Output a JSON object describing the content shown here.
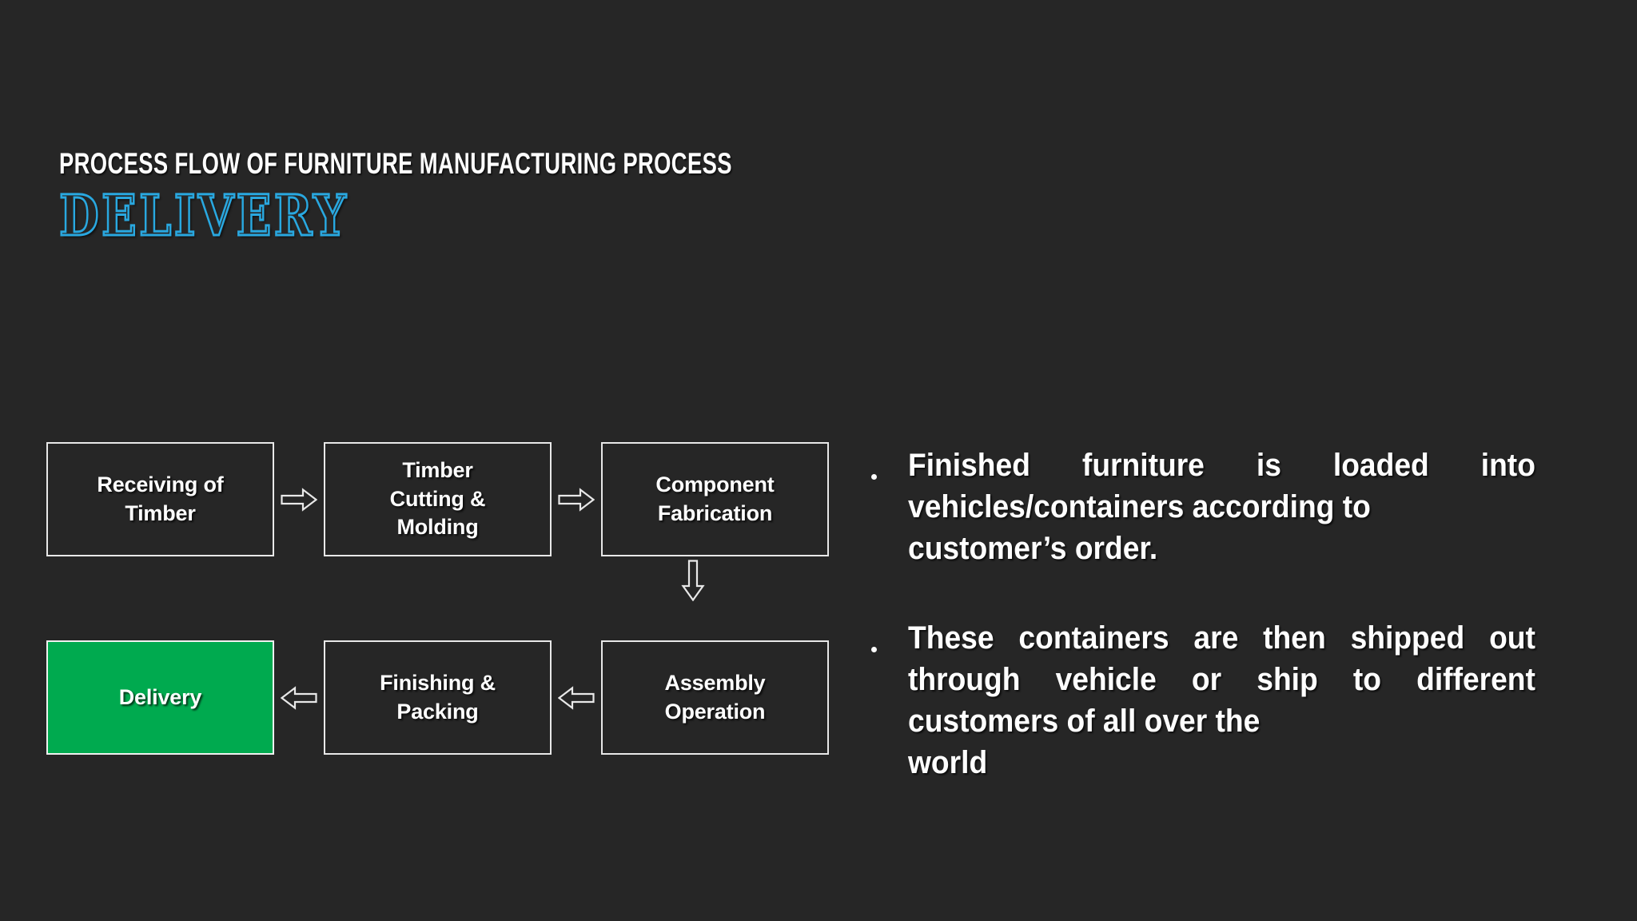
{
  "slide": {
    "background_color": "#262626",
    "accent_color": "#29A8E0",
    "highlight_color": "#00AA4F",
    "kicker": "PROCESS FLOW OF FURNITURE MANUFACTURING PROCESS",
    "headline": "DELIVERY"
  },
  "flow": {
    "row1": [
      {
        "label": "Receiving of Timber",
        "line1": "Receiving of",
        "line2": "Timber",
        "highlighted": false
      },
      {
        "label": "Timber Cutting & Molding",
        "line1": "Timber",
        "line2": "Cutting &",
        "line3": "Molding",
        "highlighted": false
      },
      {
        "label": "Component Fabrication",
        "line1": "Component",
        "line2": "Fabrication",
        "highlighted": false
      }
    ],
    "row2": [
      {
        "label": "Delivery",
        "line1": "Delivery",
        "highlighted": true
      },
      {
        "label": "Finishing & Packing",
        "line1": "Finishing &",
        "line2": "Packing",
        "highlighted": false
      },
      {
        "label": "Assembly Operation",
        "line1": "Assembly",
        "line2": "Operation",
        "highlighted": false
      }
    ],
    "connectors": [
      {
        "name": "arrow-right-1",
        "direction": "right"
      },
      {
        "name": "arrow-right-2",
        "direction": "right"
      },
      {
        "name": "arrow-down-1",
        "direction": "down"
      },
      {
        "name": "arrow-left-1",
        "direction": "left"
      },
      {
        "name": "arrow-left-2",
        "direction": "left"
      }
    ]
  },
  "bullets": [
    {
      "text": "Finished furniture is loaded into vehicles/containers according to customer’s order.",
      "body": "Finished furniture is loaded into vehicles/containers according to",
      "last_line": "customer’s order."
    },
    {
      "text": "These containers are then shipped out through vehicle or ship to different customers of all over the world",
      "body": "These containers are then shipped out through vehicle or ship to different customers of all over the",
      "last_line": "world"
    }
  ]
}
